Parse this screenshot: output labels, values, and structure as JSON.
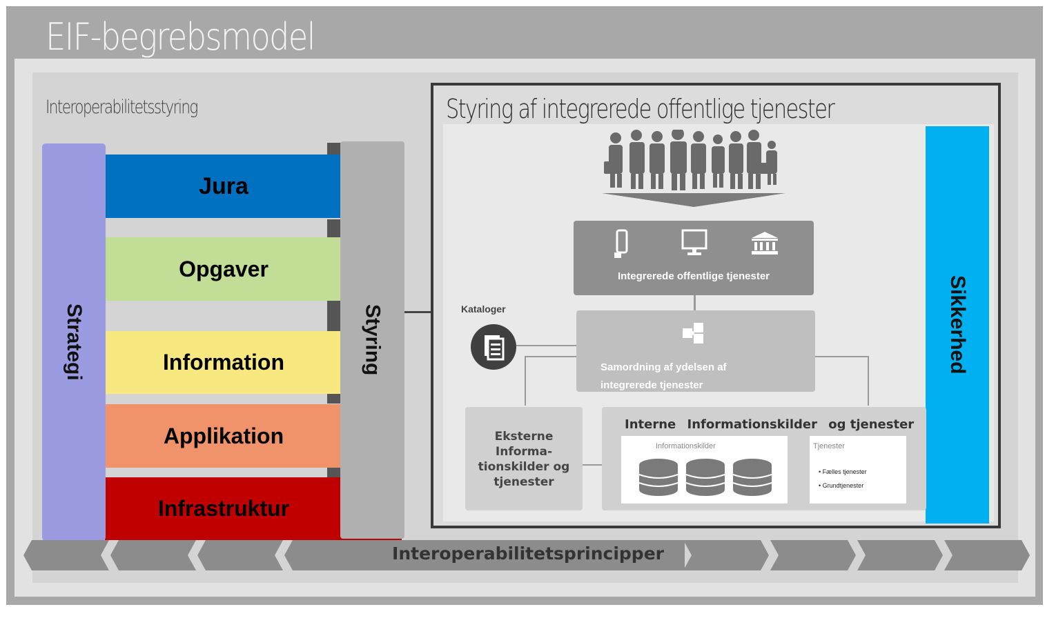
{
  "title": "EIF-begrebsmodel",
  "interoperability_governance_label": "Interoperabilitetsstyring",
  "layers": [
    "Jura",
    "Opgaver",
    "Information",
    "Applikation",
    "Infrastruktur"
  ],
  "strategy_label": "Strategi",
  "governance_bar_label": "Styring",
  "security_label": "Sikkerhed",
  "integrated_services_box_title": "Styring af integrerede offentlige tjenester",
  "service_box_label": "Integrerede offentlige tjenester",
  "coordination_box_label": "Samordning af ydelsen af integrerede tjenester",
  "catalogues_label": "Kataloger",
  "external_sources_label": "Eksterne Informa-tionskilder og tjenester",
  "internal_sources_header": [
    "Interne",
    "Informationskilder",
    "og tjenester"
  ],
  "information_sources_label": "Informationskilder",
  "services_label": "Tjenester",
  "services_items": [
    "Fælles tjenester",
    "Grundtjenester"
  ],
  "principles_label": "Interoperabilitetsprincipper",
  "colors": {
    "jura": "#0070c0",
    "opgaver": "#c2dd95",
    "information": "#f7e97f",
    "applikation": "#f0926a",
    "infrastruktur": "#c00000",
    "strategi": "#9a9be0",
    "styring": "#b0b0b0",
    "sikkerhed": "#00b0f0"
  }
}
